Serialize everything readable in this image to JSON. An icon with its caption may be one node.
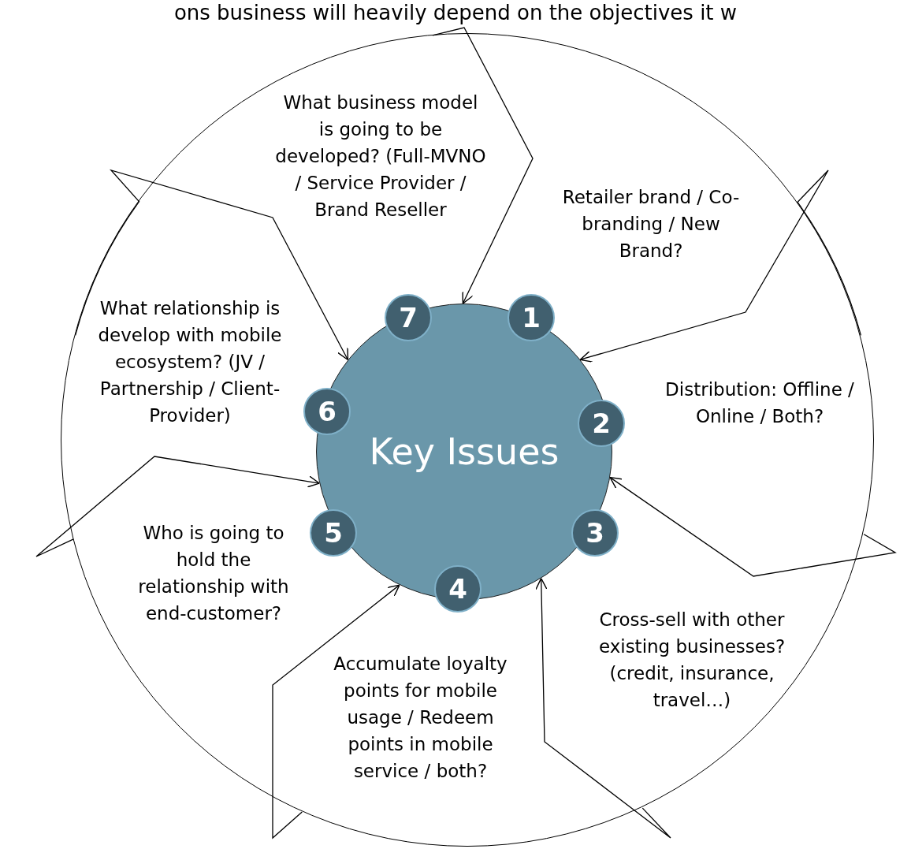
{
  "diagram": {
    "title": "ons business will heavily depend on the objectives it w",
    "nodes": [
      {
        "text": [],
        "shape": "circle"
      },
      {
        "text": [
          "Key Issues"
        ],
        "in": 0
      },
      {
        "text": [
          "1"
        ],
        "in": 0
      },
      {
        "text": [
          "2"
        ],
        "in": 0
      },
      {
        "text": [
          "3"
        ],
        "in": 0
      },
      {
        "text": [
          "4"
        ],
        "in": 0
      },
      {
        "text": [
          "5"
        ],
        "in": 0
      },
      {
        "text": [
          "6"
        ],
        "in": 0
      },
      {
        "text": [
          "7"
        ],
        "in": 0
      },
      {
        "text": [
          "What business model is going to be developed? (Full-MVNO / Service Provider / Brand Reseller"
        ],
        "in": 0
      },
      {
        "text": [
          "Retailer brand / Co-branding / New Brand?"
        ],
        "in": 0
      },
      {
        "text": [
          "Distribution: Offline / Online / Both?"
        ],
        "in": 0
      },
      {
        "text": [
          "Cross-sell with other existing businesses? (credit, insurance, travel…)"
        ],
        "in": 0
      },
      {
        "text": [
          "Accumulate loyalty points for mobile usage / Redeem points in mobile service / both?"
        ],
        "in": 0
      },
      {
        "text": [
          "Who is going to hold the relationship with end-customer?"
        ],
        "in": 0
      },
      {
        "text": [
          "What relationship is develop with mobile ecosystem? (JV / Partnership / Client-Provider)"
        ],
        "in": 0
      }
    ],
    "edges": [
      {
        "from": 0,
        "to": 1,
        "arrow": "to"
      },
      {
        "from": 0,
        "to": 1,
        "arrow": "to"
      },
      {
        "from": 0,
        "to": 1,
        "arrow": "to"
      },
      {
        "from": 0,
        "to": 1,
        "arrow": "to"
      },
      {
        "from": 0,
        "to": 1,
        "arrow": "to"
      },
      {
        "from": 0,
        "to": 1,
        "arrow": "to"
      },
      {
        "from": 0,
        "to": 1,
        "arrow": "to"
      }
    ]
  }
}
